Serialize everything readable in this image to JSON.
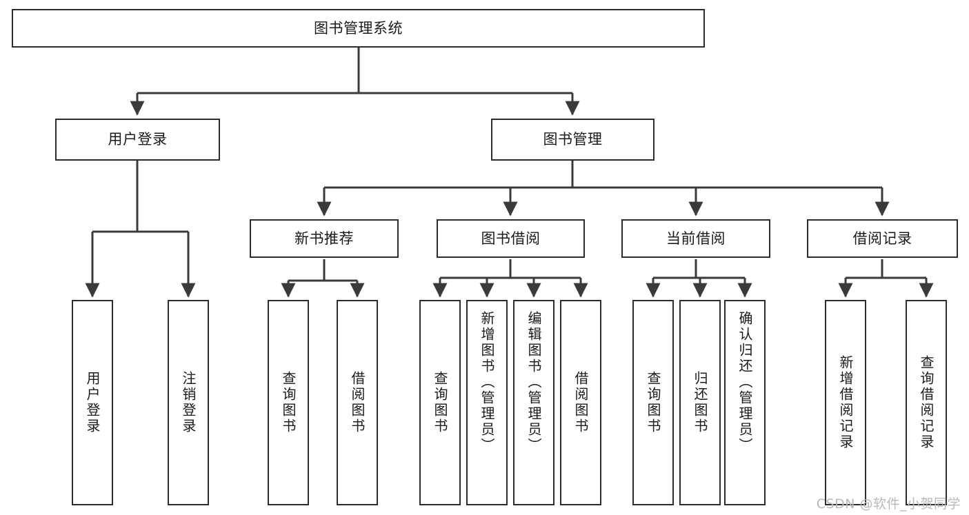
{
  "diagram": {
    "title": "图书管理系统",
    "type": "tree",
    "root": {
      "label": "图书管理系统"
    },
    "level2": [
      {
        "label": "用户登录"
      },
      {
        "label": "图书管理"
      }
    ],
    "level3": [
      {
        "label": "新书推荐"
      },
      {
        "label": "图书借阅"
      },
      {
        "label": "当前借阅"
      },
      {
        "label": "借阅记录"
      }
    ],
    "leaves": {
      "user_login": [
        {
          "label": "用户登录"
        },
        {
          "label": "注销登录"
        }
      ],
      "new_book_recommend": [
        {
          "label": "查询图书"
        },
        {
          "label": "借阅图书"
        }
      ],
      "book_borrow": [
        {
          "label": "查询图书"
        },
        {
          "label": "新增图书（管理员）"
        },
        {
          "label": "编辑图书（管理员）"
        },
        {
          "label": "借阅图书"
        }
      ],
      "current_borrow": [
        {
          "label": "查询图书"
        },
        {
          "label": "归还图书"
        },
        {
          "label": "确认归还（管理员）"
        }
      ],
      "borrow_record": [
        {
          "label": "新增借阅记录"
        },
        {
          "label": "查询借阅记录"
        }
      ]
    }
  },
  "watermark": {
    "text": "CSDN @软件_小贺同学"
  },
  "colors": {
    "box_border": "#2b2b2b",
    "box_fill": "#ffffff",
    "connector": "#3a3a3a",
    "text": "#1a1a1a",
    "watermark": "#b8b8b8"
  }
}
